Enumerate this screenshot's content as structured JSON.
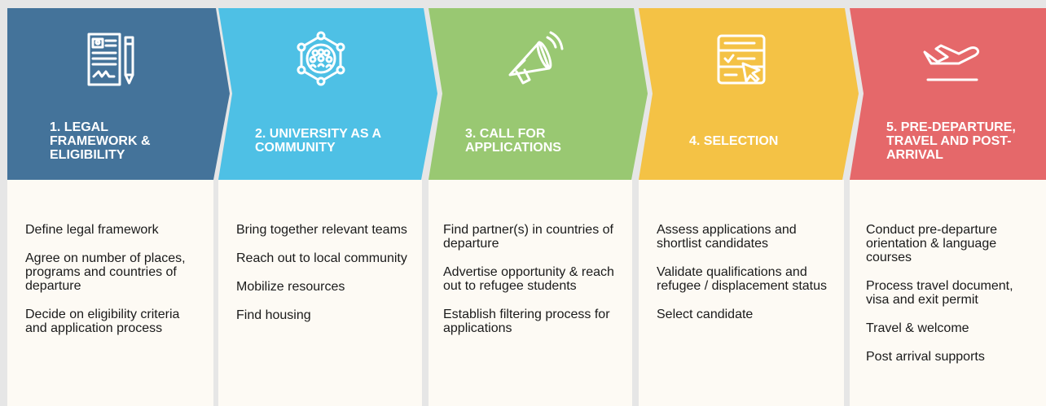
{
  "colors": {
    "stage1": "#44739a",
    "stage2": "#4ec0e5",
    "stage3": "#99c872",
    "stage4": "#f4c245",
    "stage5": "#e5686a",
    "card_bg": "#fdfaf4",
    "background": "#e6e6e6"
  },
  "stages": [
    {
      "title": "1. LEGAL FRAMEWORK & ELIGIBILITY",
      "icon": "legal-document-pen-icon",
      "steps": [
        "Define legal framework",
        "Agree on number of places, programs and countries of departure",
        "Decide on eligibility criteria and application process"
      ]
    },
    {
      "title": "2. UNIVERSITY AS A COMMUNITY",
      "icon": "community-network-icon",
      "steps": [
        "Bring together relevant teams",
        "Reach out to local community",
        "Mobilize resources",
        "Find housing"
      ]
    },
    {
      "title": "3. CALL FOR APPLICATIONS",
      "icon": "megaphone-icon",
      "steps": [
        "Find partner(s) in countries of departure",
        "Advertise opportunity & reach out to refugee students",
        "Establish filtering process for applications"
      ]
    },
    {
      "title": "4. SELECTION",
      "icon": "checklist-cursor-icon",
      "steps": [
        "Assess applications and shortlist candidates",
        "Validate qualifications and refugee / displacement status",
        "Select candidate"
      ]
    },
    {
      "title": "5. PRE-DEPARTURE, TRAVEL AND POST-ARRIVAL",
      "icon": "airplane-takeoff-icon",
      "steps": [
        "Conduct pre-departure orientation & language courses",
        "Process travel document, visa and exit permit",
        "Travel & welcome",
        "Post arrival supports"
      ]
    }
  ]
}
